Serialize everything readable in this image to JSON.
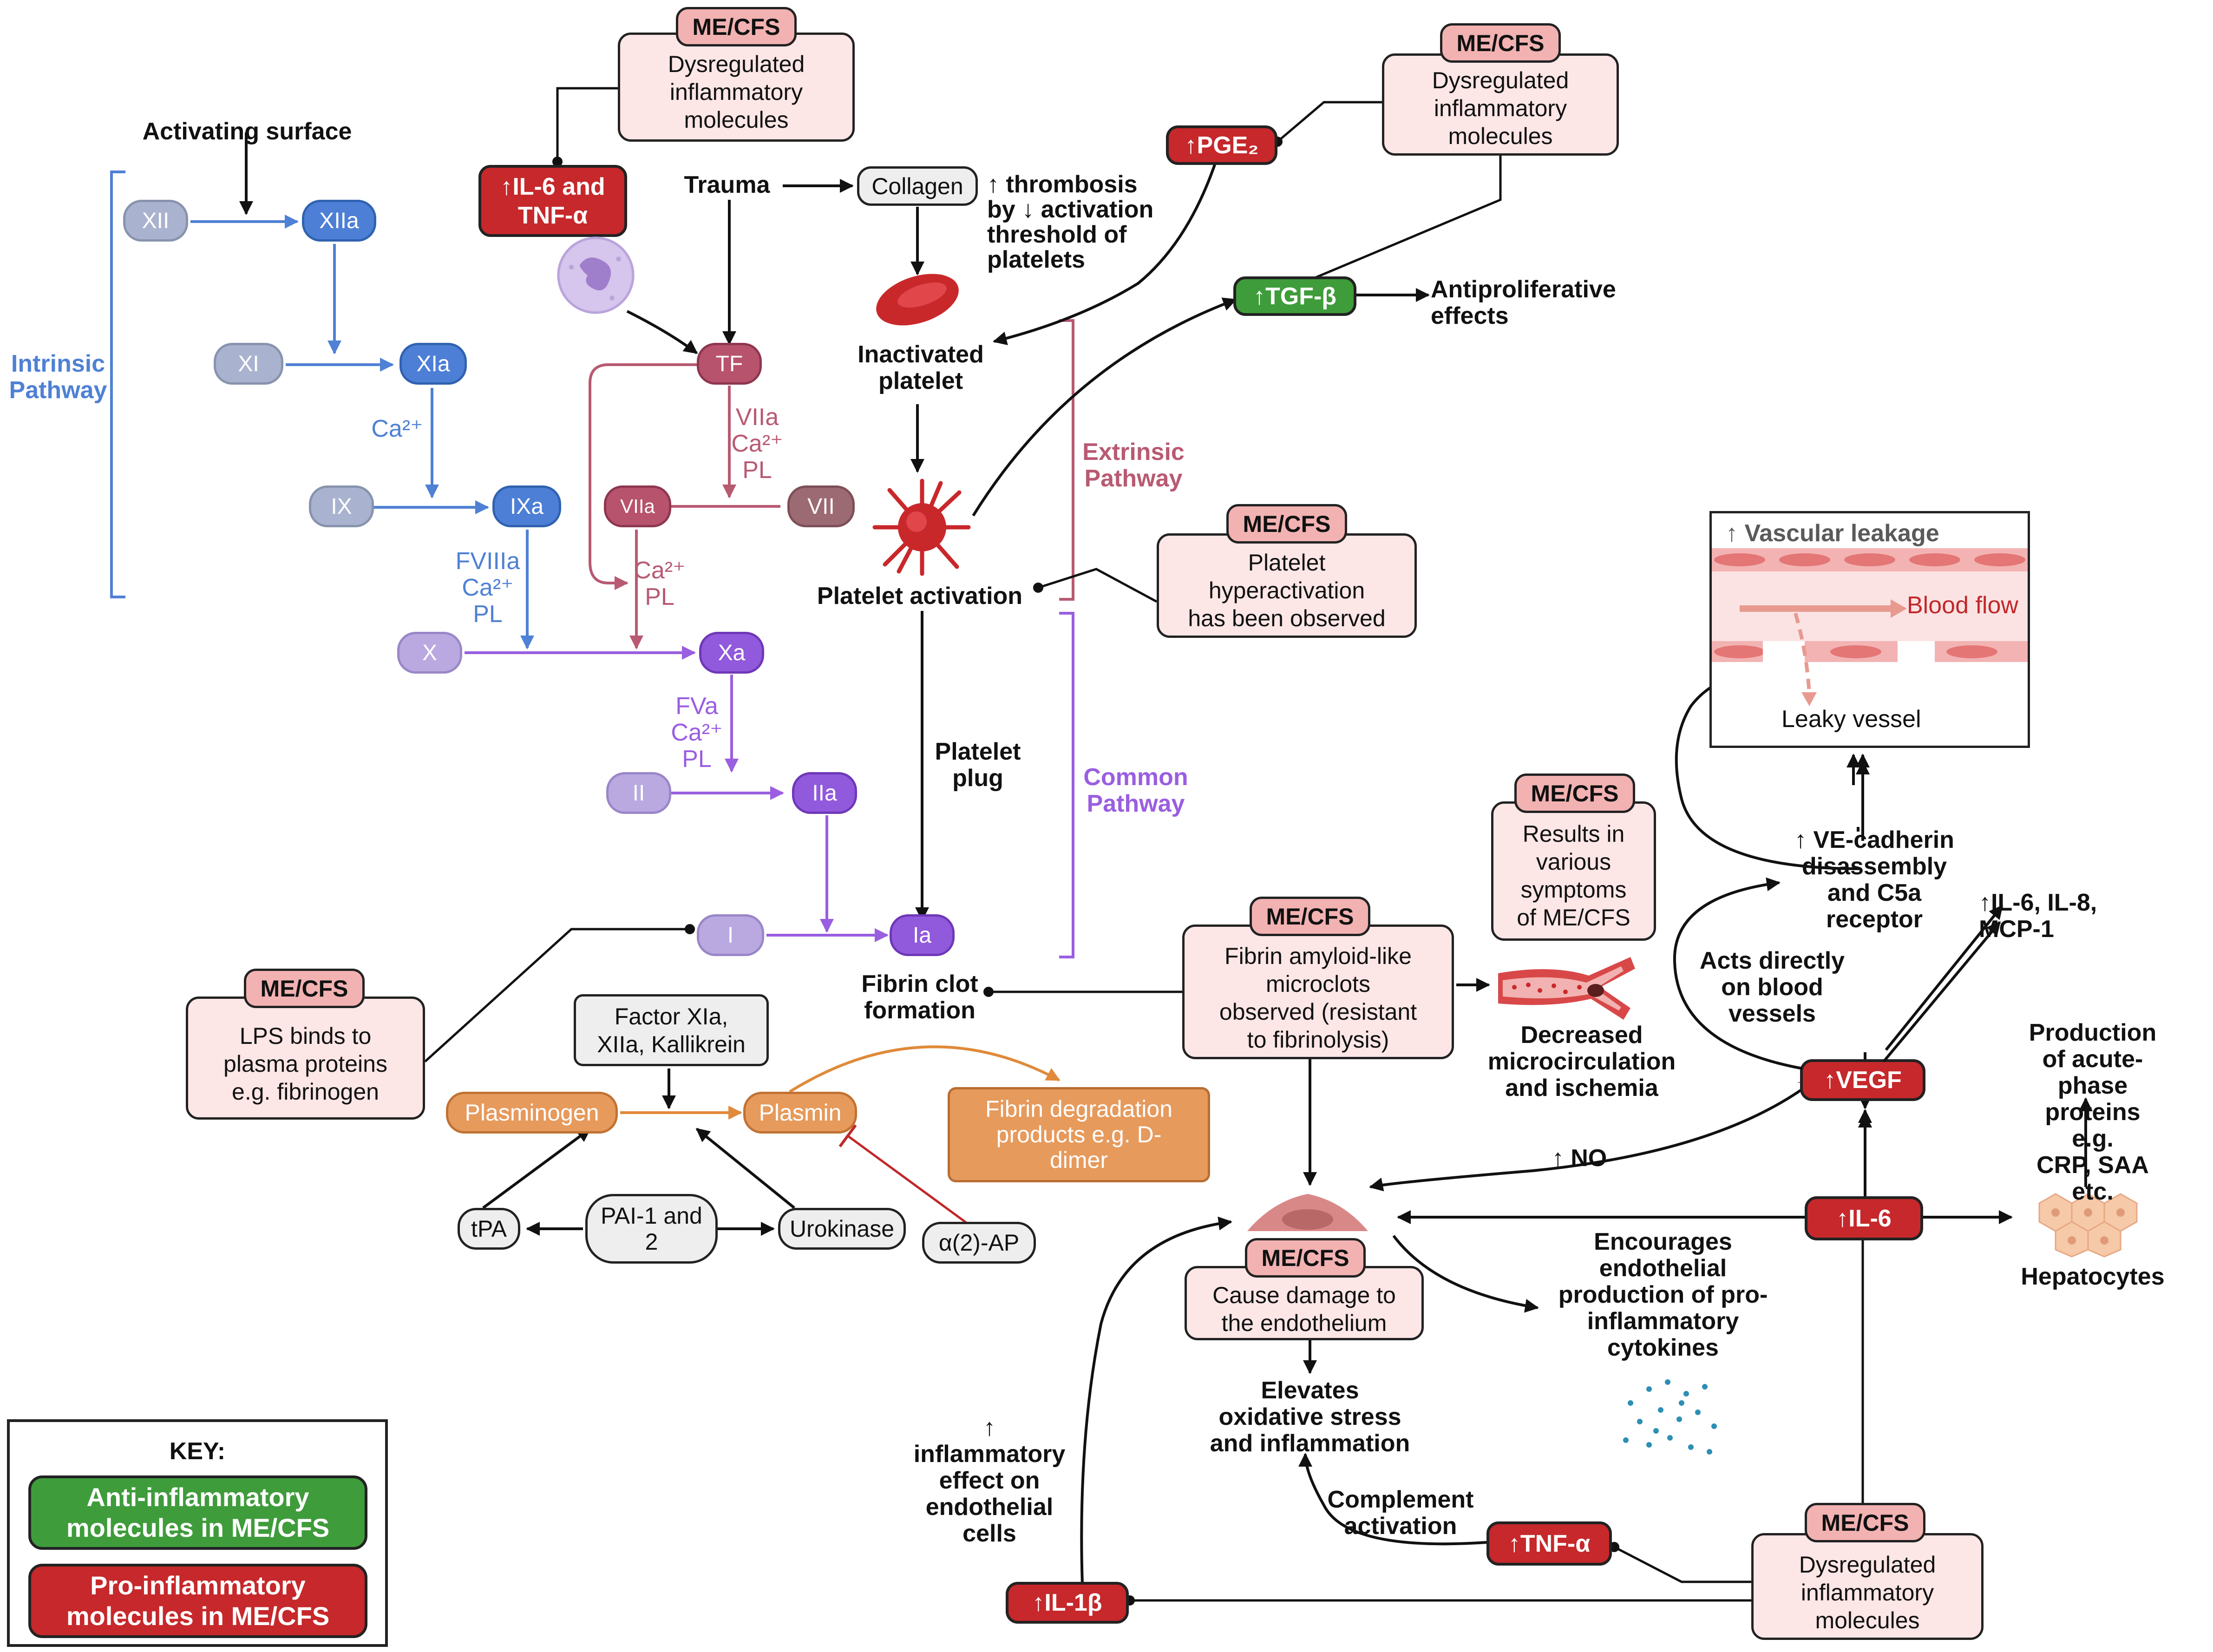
{
  "colors": {
    "intrinsic": "#4f81d4",
    "extrinsic": "#b85a72",
    "common": "#9a5ee0",
    "pro_inflammatory": "#c6282b",
    "anti_inflammatory": "#3f9c3b",
    "me_cfs_box": "#fde6e6",
    "me_cfs_tag": "#f2b2b2",
    "fibrinolysis": "#e69a5c",
    "inhibition": "#c0282a"
  },
  "icons": [
    "neutrophil-icon",
    "red-blood-cell-icon",
    "activated-platelet-icon",
    "blood-vessel-icon",
    "endothelial-cell-icon",
    "hepatocytes-icon",
    "cytokine-dots-icon",
    "vascular-leakage-illustration"
  ],
  "pathways": {
    "intrinsic_label": "Intrinsic\nPathway",
    "extrinsic_label": "Extrinsic\nPathway",
    "common_label": "Common\nPathway",
    "activating_surface": "Activating surface"
  },
  "factors": {
    "xii": "XII",
    "xiia": "XIIa",
    "xi": "XI",
    "xia": "XIa",
    "ix": "IX",
    "ixa": "IXa",
    "x": "X",
    "xa": "Xa",
    "ii": "II",
    "iia": "IIa",
    "i": "I",
    "ia": "Ia",
    "tf": "TF",
    "viia": "VIIa",
    "vii": "VII"
  },
  "cofactors": {
    "ca_intrinsic": "Ca²⁺",
    "fviiia": "FVIIIa\nCa²⁺\nPL",
    "viia_ca_pl": "VIIa\nCa²⁺\nPL",
    "ca_pl": "Ca²⁺\nPL",
    "fva": "FVa\nCa²⁺\nPL"
  },
  "platelet": {
    "trauma": "Trauma",
    "collagen": "Collagen",
    "thrombosis": "↑ thrombosis\nby ↓ activation\nthreshold of\nplatelets",
    "inactivated": "Inactivated\nplatelet",
    "activation": "Platelet activation",
    "plug": "Platelet\nplug",
    "fibrin_clot": "Fibrin clot\nformation"
  },
  "molecules": {
    "il6_tnf": "↑IL-6 and\nTNF-α",
    "pge2": "↑PGE₂",
    "tgf_beta": "↑TGF-β",
    "vegf": "↑VEGF",
    "il6": "↑IL-6",
    "tnf_alpha": "↑TNF-α",
    "il1b": "↑IL-1β"
  },
  "me_cfs": {
    "tag": "ME/CFS",
    "dysregulated": "Dysregulated\ninflammatory\nmolecules",
    "platelet_hyper": "Platelet\nhyperactivation\nhas been observed",
    "symptoms": "Results in\nvarious\nsymptoms\nof ME/CFS",
    "microclots": "Fibrin amyloid-like\nmicroclots\nobserved (resistant\nto fibrinolysis)",
    "lps": "LPS binds to\nplasma proteins\ne.g. fibrinogen",
    "endothelium": "Cause damage to\nthe endothelium"
  },
  "fibrinolysis": {
    "factor_box": "Factor XIa,\nXIIa, Kallikrein",
    "plasminogen": "Plasminogen",
    "plasmin": "Plasmin",
    "degradation": "Fibrin degradation\nproducts e.g. D-\ndimer",
    "tpa": "tPA",
    "pai": "PAI-1 and\n2",
    "urokinase": "Urokinase",
    "a2ap": "α(2)-AP"
  },
  "effects": {
    "antiproliferative": "Antiproliferative\neffects",
    "vascular_leakage": "↑ Vascular leakage",
    "blood_flow": "Blood flow",
    "leaky_vessel": "Leaky vessel",
    "ve_cadherin": "↑ VE-cadherin\ndisassembly\nand C5a\nreceptor",
    "acts_directly": "Acts directly\non blood\nvessels",
    "il6_il8": "↑IL-6, IL-8,\nMCP-1",
    "microcirculation": "Decreased\nmicrocirculation\nand ischemia",
    "no": "↑ NO",
    "acute_phase": "Production of acute-\nphase proteins e.g.\nCRP, SAA etc.",
    "hepatocytes": "Hepatocytes",
    "encourages": "Encourages\nendothelial\nproduction of pro-\ninflammatory\ncytokines",
    "oxidative": "Elevates\noxidative stress\nand inflammation",
    "inflammatory_effect": "↑\ninflammatory\neffect on\nendothelial\ncells",
    "complement": "Complement\nactivation"
  },
  "key": {
    "title": "KEY:",
    "anti": "Anti-inflammatory\nmolecules in ME/CFS",
    "pro": "Pro-inflammatory\nmolecules in ME/CFS"
  }
}
